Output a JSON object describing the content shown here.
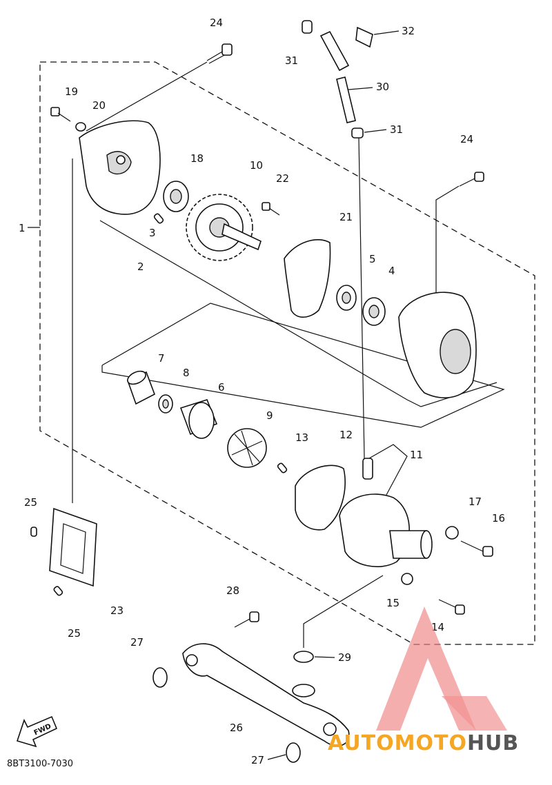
{
  "diagram": {
    "code": "8BT3100-7030",
    "fwd_label": "FWD",
    "callouts": {
      "c1": "1",
      "c2": "2",
      "c3": "3",
      "c4": "4",
      "c5": "5",
      "c6": "6",
      "c7": "7",
      "c8": "8",
      "c9": "9",
      "c10": "10",
      "c11": "11",
      "c12": "12",
      "c13": "13",
      "c14": "14",
      "c15": "15",
      "c16": "16",
      "c17": "17",
      "c18": "18",
      "c19": "19",
      "c20": "20",
      "c21": "21",
      "c22": "22",
      "c23": "23",
      "c24a": "24",
      "c24b": "24",
      "c25a": "25",
      "c25b": "25",
      "c26": "26",
      "c27a": "27",
      "c27b": "27",
      "c28": "28",
      "c29": "29",
      "c30": "30",
      "c31a": "31",
      "c31b": "31",
      "c32": "32"
    }
  },
  "watermark": {
    "text_a": "AUTOMOTO",
    "text_b": "HUB",
    "color_red": "#f08080",
    "color_orange": "#f5a623",
    "color_gray": "#555555"
  }
}
